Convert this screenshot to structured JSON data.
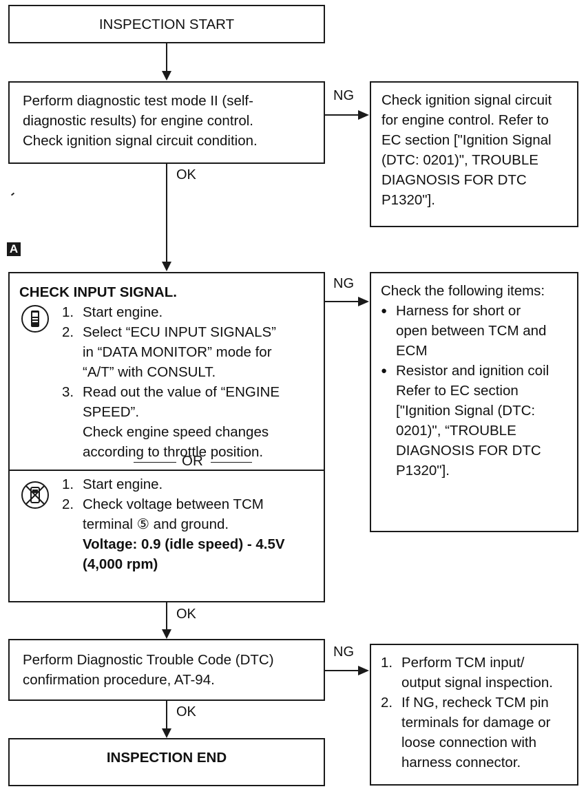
{
  "start": "INSPECTION START",
  "step1": {
    "lines": [
      "Perform diagnostic test mode II (self-",
      "diagnostic results) for engine control.",
      "Check ignition signal circuit condition."
    ],
    "ng_label": "NG",
    "ok_label": "OK",
    "ng_box": [
      "Check ignition signal circuit",
      "for engine control. Refer to",
      "EC section [\"Ignition Signal",
      "(DTC: 0201)\", TROUBLE",
      "DIAGNOSIS FOR DTC",
      "P1320\"]."
    ]
  },
  "marker_a": "A",
  "step2": {
    "title": "CHECK INPUT SIGNAL.",
    "consult_steps": [
      {
        "num": "1.",
        "lines": [
          "Start engine."
        ]
      },
      {
        "num": "2.",
        "lines": [
          "Select “ECU INPUT SIGNALS”",
          "in “DATA MONITOR” mode for",
          "“A/T” with CONSULT."
        ]
      },
      {
        "num": "3.",
        "lines": [
          "Read out the value of “ENGINE",
          "SPEED”.",
          "Check engine speed changes",
          "according to throttle position."
        ]
      }
    ],
    "or_label": "OR",
    "manual_steps": [
      {
        "num": "1.",
        "lines": [
          "Start engine."
        ]
      },
      {
        "num": "2.",
        "lines": [
          "Check voltage between TCM",
          "terminal ⑤ and ground."
        ]
      }
    ],
    "voltage_lines": [
      "Voltage: 0.9 (idle speed) - 4.5V",
      "(4,000 rpm)"
    ],
    "ng_label": "NG",
    "ok_label": "OK",
    "ng_box_title": "Check the following items:",
    "ng_box_items": [
      [
        "Harness for short or",
        "open between TCM and",
        "ECM"
      ],
      [
        "Resistor and ignition coil",
        "Refer to EC section",
        "[\"Ignition Signal (DTC:",
        "0201)\", “TROUBLE",
        "DIAGNOSIS FOR DTC",
        "P1320\"]."
      ]
    ]
  },
  "step3": {
    "lines": [
      "Perform Diagnostic Trouble Code (DTC)",
      "confirmation procedure, AT-94."
    ],
    "ng_label": "NG",
    "ok_label": "OK",
    "ng_steps": [
      {
        "num": "1.",
        "lines": [
          "Perform TCM input/",
          "output signal inspection."
        ]
      },
      {
        "num": "2.",
        "lines": [
          "If NG, recheck TCM pin",
          "terminals for damage or",
          "loose connection with",
          "harness connector."
        ]
      }
    ]
  },
  "end": "INSPECTION END"
}
